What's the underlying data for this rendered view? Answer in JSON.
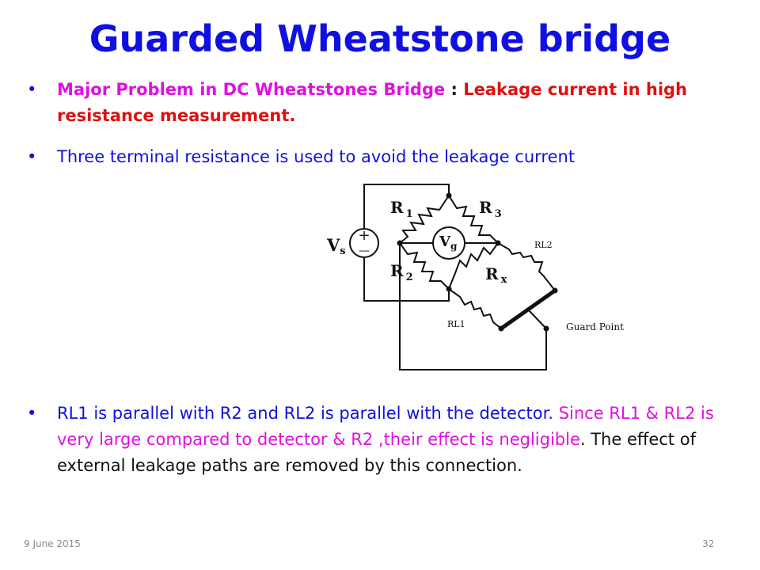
{
  "title": "Guarded Wheatstone bridge",
  "bullets": {
    "b1": {
      "part1": "Major Problem in  DC  Wheatstones Bridge ",
      "part2": ": ",
      "part3": "Leakage current in high resistance measurement."
    },
    "b2": {
      "text": "Three terminal resistance is used to avoid the leakage current"
    },
    "b3": {
      "part1": "RL1 is parallel with R2 and RL2 is parallel with the detector.",
      "part2": " Since RL1 & RL2 is very large compared to detector  & R2 ,their effect is negligible",
      "part3": ". The effect of external leakage paths are removed by  this connection."
    }
  },
  "diagram": {
    "labels": {
      "vs": "V",
      "vs_sub": "s",
      "vg": "V",
      "vg_sub": "g",
      "r1": "R",
      "r1_sub": "1",
      "r2": "R",
      "r2_sub": "2",
      "r3": "R",
      "r3_sub": "3",
      "rx": "R",
      "rx_sub": "x",
      "rl1": "RL1",
      "rl2": "RL2",
      "guard": "Guard Point",
      "plus": "+",
      "minus": "—"
    }
  },
  "footer": {
    "date": "9 June 2015",
    "page": "32"
  },
  "colors": {
    "title": "#1010e0",
    "magenta": "#e010e0",
    "red": "#e01010",
    "blue": "#1010e0"
  }
}
